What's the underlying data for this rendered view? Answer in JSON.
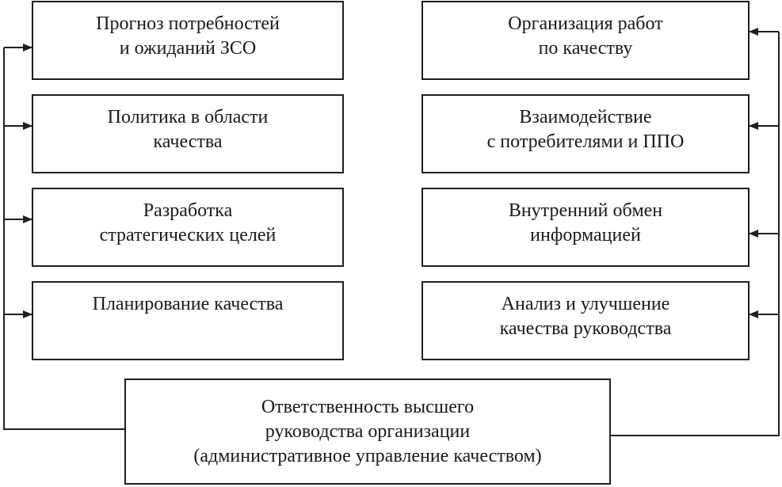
{
  "diagram": {
    "left_boxes": [
      {
        "label": "Прогноз потребностей\nи ожиданий ЗСО"
      },
      {
        "label": "Политика в области\nкачества"
      },
      {
        "label": "Разработка\nстратегических целей"
      },
      {
        "label": "Планирование качества"
      }
    ],
    "right_boxes": [
      {
        "label": "Организация работ\nпо качеству"
      },
      {
        "label": "Взаимодействие\nс потребителями и ППО"
      },
      {
        "label": "Внутренний обмен\nинформацией"
      },
      {
        "label": "Анализ и улучшение\nкачества руководства"
      }
    ],
    "bottom_box": {
      "label": "Ответственность высшего\nруководства организации\n(административное управление качеством)"
    },
    "colors": {
      "line": "#1f1f1f",
      "text": "#1a1a1a",
      "background": "#ffffff"
    }
  }
}
